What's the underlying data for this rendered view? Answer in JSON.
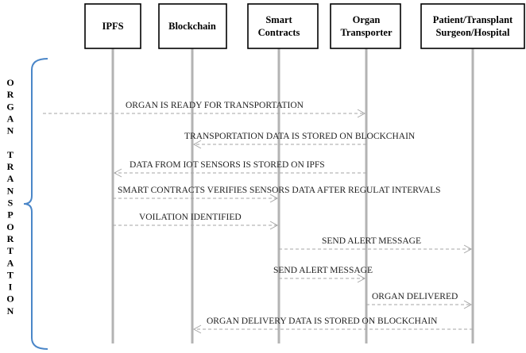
{
  "actors": [
    {
      "id": "ipfs",
      "lines": [
        "IPFS"
      ]
    },
    {
      "id": "blockchain",
      "lines": [
        "Blockchain"
      ]
    },
    {
      "id": "smart-contracts",
      "lines": [
        "Smart",
        "Contracts"
      ]
    },
    {
      "id": "organ-transporter",
      "lines": [
        "Organ",
        "Transporter"
      ]
    },
    {
      "id": "patient",
      "lines": [
        "Patient/Transplant",
        "Surgeon/Hospital"
      ]
    }
  ],
  "side_label": "ORGAN TRANSPORTATION",
  "messages": [
    {
      "label": "ORGAN IS READY FOR TRANSPORTATION",
      "from": "external",
      "to": "organ-transporter"
    },
    {
      "label": "TRANSPORTATION DATA IS STORED ON BLOCKCHAIN",
      "from": "organ-transporter",
      "to": "blockchain"
    },
    {
      "label": "DATA FROM IOT SENSORS IS STORED ON IPFS",
      "from": "organ-transporter",
      "to": "ipfs"
    },
    {
      "label": "SMART CONTRACTS VERIFIES SENSORS DATA AFTER REGULAT INTERVALS",
      "from": "ipfs",
      "to": "smart-contracts"
    },
    {
      "label": "VOILATION IDENTIFIED",
      "from": "ipfs",
      "to": "smart-contracts"
    },
    {
      "label": "SEND ALERT MESSAGE",
      "from": "smart-contracts",
      "to": "patient"
    },
    {
      "label": "SEND ALERT MESSAGE",
      "from": "smart-contracts",
      "to": "organ-transporter"
    },
    {
      "label": "ORGAN DELIVERED",
      "from": "organ-transporter",
      "to": "patient"
    },
    {
      "label": "ORGAN DELIVERY DATA IS STORED ON BLOCKCHAIN",
      "from": "patient",
      "to": "blockchain"
    }
  ]
}
